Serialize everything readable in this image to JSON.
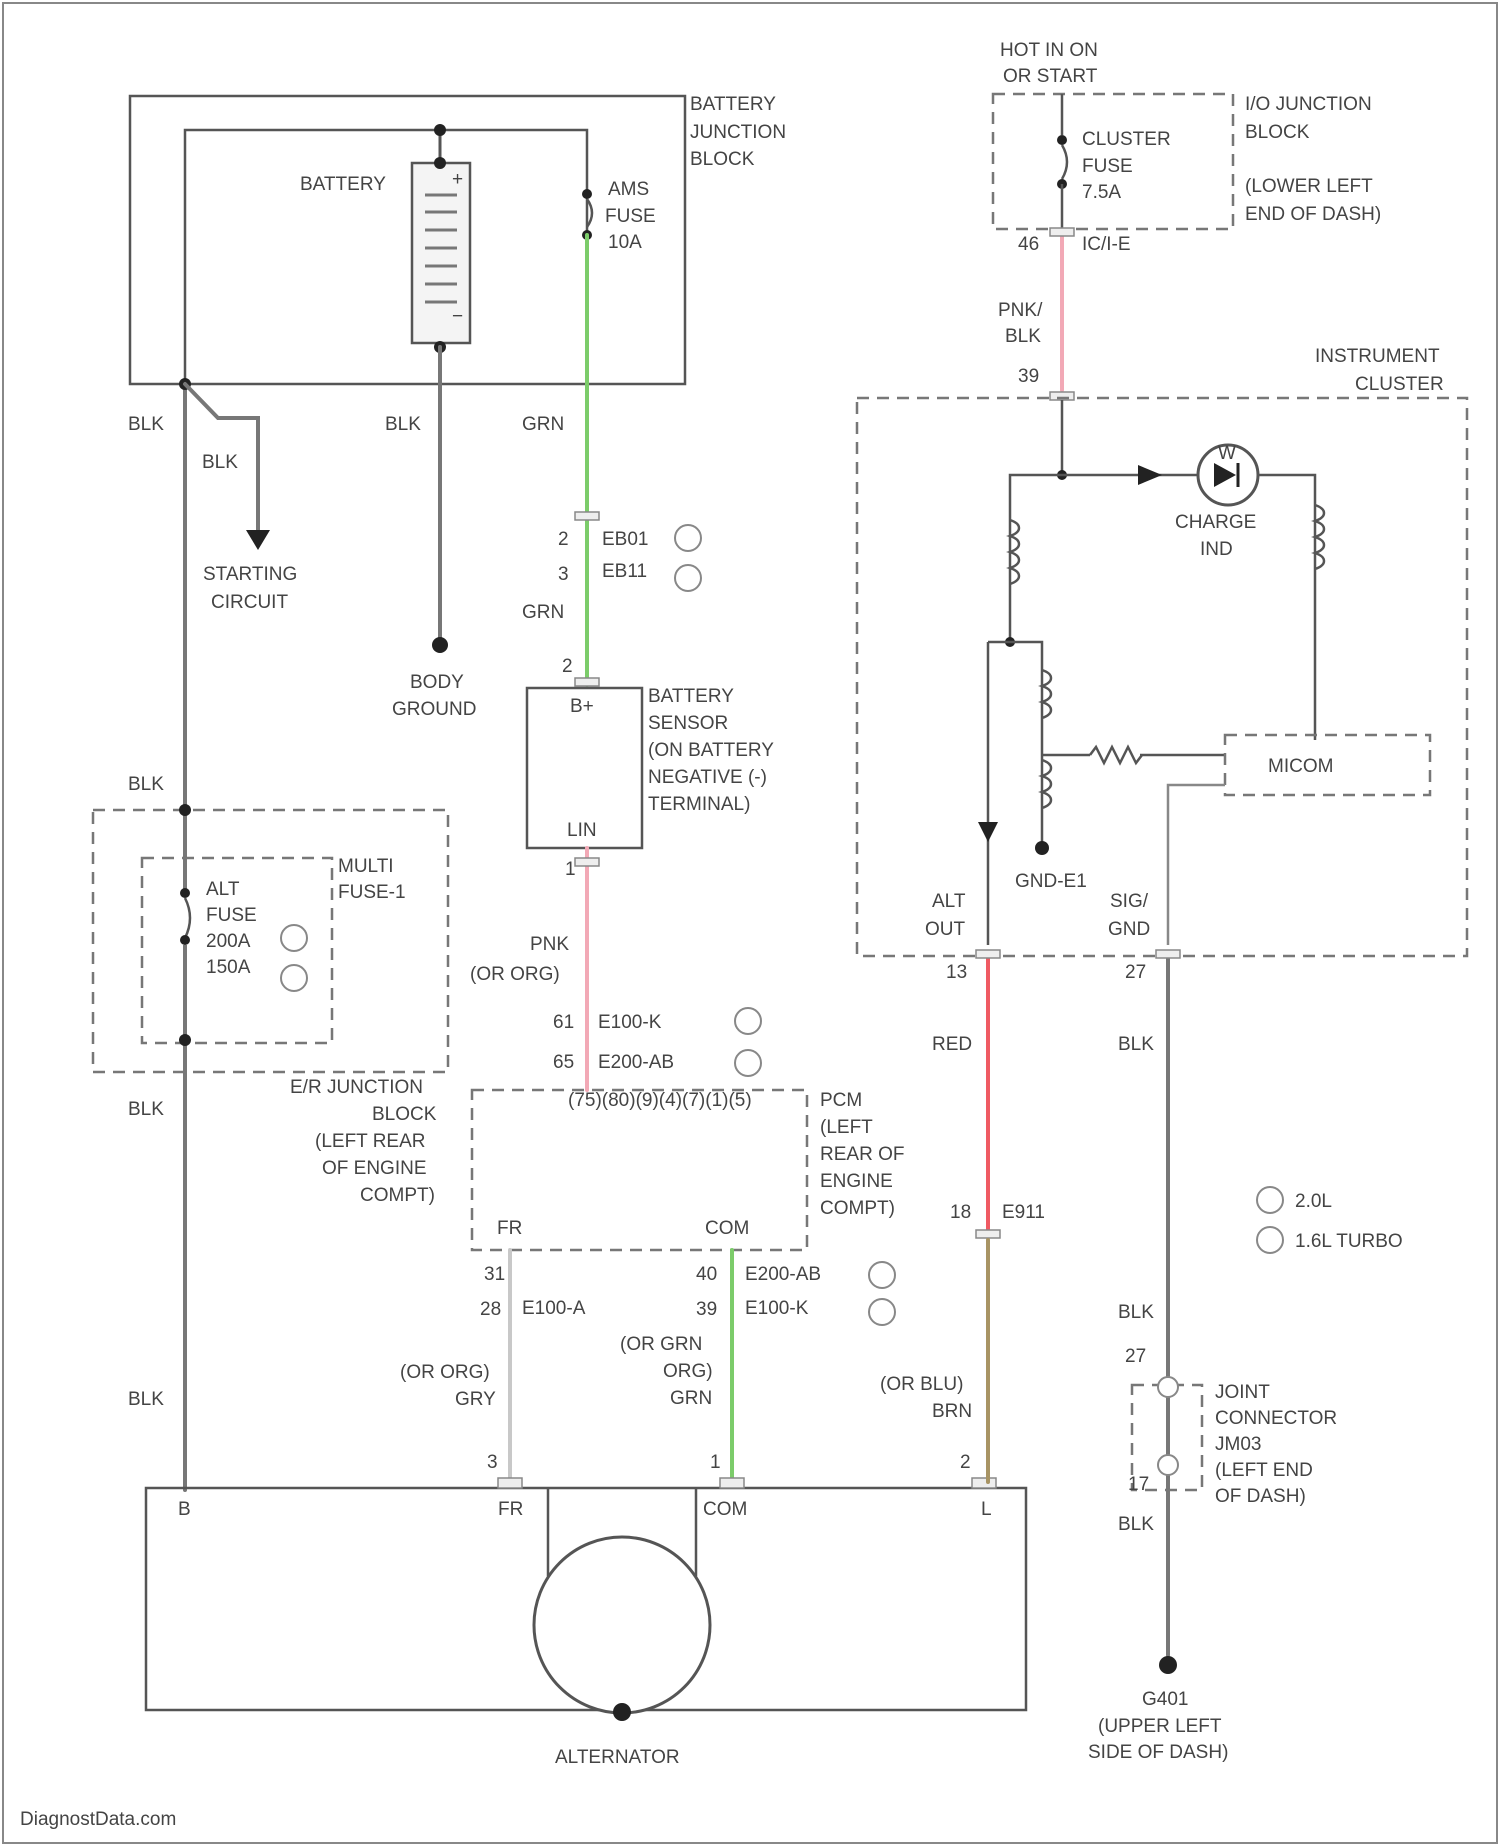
{
  "colors": {
    "wire_grn": "#7ccc6a",
    "wire_pnk": "#f2a9b6",
    "wire_red": "#ef5a63",
    "wire_brn": "#a89464",
    "wire_blk": "#777777",
    "wire_gry": "#c8c8c8",
    "box_line": "#555555"
  },
  "icons": [
    "fuse-icon",
    "coil-icon",
    "resistor-icon",
    "ground-icon",
    "lamp-icon",
    "arrow-icon",
    "battery-icon",
    "alternator-icon",
    "variant-circle-icon"
  ],
  "labels": {
    "hot": "HOT IN ON",
    "hot2": "OR START",
    "ic_block1": "I/O JUNCTION",
    "ic_block2": "BLOCK",
    "ic_block3": "(LOWER LEFT",
    "ic_block4": "END OF DASH)",
    "cluster_fuse1": "CLUSTER",
    "cluster_fuse2": "FUSE",
    "cluster_fuse3": "7.5A",
    "pin46": "46",
    "conn_ic": "IC/I-E",
    "pnk_blk1": "PNK/",
    "pnk_blk2": "BLK",
    "pin39": "39",
    "cluster1": "INSTRUMENT",
    "cluster2": "CLUSTER",
    "charge1": "CHARGE",
    "charge2": "IND",
    "micom": "MICOM",
    "gnd_e1": "GND-E1",
    "alt_out1": "ALT",
    "alt_out2": "OUT",
    "sig_gnd1": "SIG/",
    "sig_gnd2": "GND",
    "pin13": "13",
    "pin27a": "27",
    "red": "RED",
    "blk_r1": "BLK",
    "pin18": "18",
    "conn_e911": "E911",
    "variant1": "2.0L",
    "variant2": "1.6L TURBO",
    "blk_r2": "BLK",
    "pin27b": "27",
    "joint1": "JOINT",
    "joint2": "CONNECTOR",
    "joint3": "JM03",
    "joint4": "(LEFT END",
    "joint5": "OF DASH)",
    "pin17": "17",
    "blk_r3": "BLK",
    "g401_1": "G401",
    "g401_2": "(UPPER LEFT",
    "g401_3": "SIDE OF DASH)",
    "batt_jb1": "BATTERY",
    "batt_jb2": "JUNCTION",
    "batt_jb3": "BLOCK",
    "battery": "BATTERY",
    "ams1": "AMS",
    "ams2": "FUSE",
    "ams3": "10A",
    "blk_l1": "BLK",
    "blk_l2": "BLK",
    "blk_l3": "BLK",
    "grn1": "GRN",
    "starting1": "STARTING",
    "starting2": "CIRCUIT",
    "pin2a": "2",
    "pin3a": "3",
    "conn_eb1": "EB01",
    "conn_eb2": "EB11",
    "grn2": "GRN",
    "pin2b": "2",
    "body1": "BODY",
    "body2": "GROUND",
    "bs_b": "B+",
    "bs_lin": "LIN",
    "bs1": "BATTERY",
    "bs2": "SENSOR",
    "bs3": "(ON BATTERY",
    "bs4": "NEGATIVE (-)",
    "bs5": "TERMINAL)",
    "blk_l4": "BLK",
    "multi1": "MULTI",
    "multi2": "FUSE-1",
    "alt_fuse1": "ALT",
    "alt_fuse2": "FUSE",
    "alt_fuse3": "200A",
    "alt_fuse4": "150A",
    "pin1": "1",
    "pnk1": "PNK",
    "pnk2": "(OR ORG)",
    "pin61": "61",
    "conn_e100k": "E100-K",
    "pin65": "65",
    "conn_e200ab": "E200-AB",
    "blk_l5": "BLK",
    "er1": "E/R JUNCTION",
    "er2": "BLOCK",
    "er3": "(LEFT REAR",
    "er4": "OF ENGINE",
    "er5": "COMPT)",
    "pcm_pins": "(75)(80)(9)(4)(7)(1)(5)",
    "pcm1": "PCM",
    "pcm2": "(LEFT",
    "pcm3": "REAR OF",
    "pcm4": "ENGINE",
    "pcm5": "COMPT)",
    "fr": "FR",
    "com": "COM",
    "pin31": "31",
    "pin28": "28",
    "conn_e100a": "E100-A",
    "pin40": "40",
    "conn_e200ab2": "E200-AB",
    "pin39b": "39",
    "conn_e100k2": "E100-K",
    "gry1": "(OR ORG)",
    "gry2": "GRY",
    "grnw1": "(OR GRN",
    "grnw2": "ORG)",
    "grnw3": "GRN",
    "brn1": "(OR BLU)",
    "brn2": "BRN",
    "blk_l6": "BLK",
    "pin3b": "3",
    "pin1b": "1",
    "pin2c": "2",
    "alt_b": "B",
    "alt_fr": "FR",
    "alt_com": "COM",
    "alt_l": "L",
    "alternator": "ALTERNATOR",
    "lamp_w": "W",
    "watermark": "DiagnostData.com"
  }
}
